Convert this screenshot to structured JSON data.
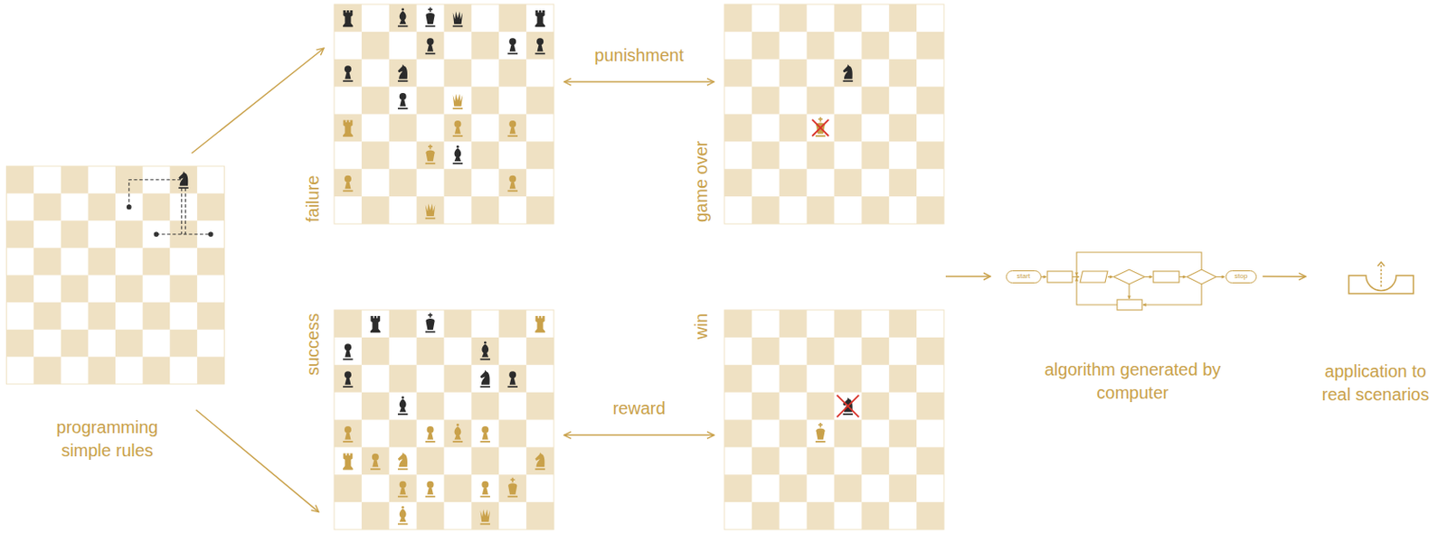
{
  "diagram": {
    "nodes": [
      {
        "text": [
          "programming simple rules"
        ]
      },
      {
        "text": [
          "failure"
        ]
      },
      {
        "text": [
          "game over"
        ]
      },
      {
        "text": [
          "success"
        ]
      },
      {
        "text": [
          "win"
        ]
      },
      {
        "text": [
          "algorithm generated by computer"
        ]
      },
      {
        "text": [
          "start"
        ],
        "in": 5
      },
      {
        "text": [
          "stop"
        ],
        "in": 5
      },
      {
        "text": [
          "application to real scenarios"
        ]
      }
    ],
    "edges": [
      {
        "from": 0,
        "to": 1,
        "arrow": "to"
      },
      {
        "from": 0,
        "to": 3,
        "arrow": "to"
      },
      {
        "from": 1,
        "to": 2,
        "label": "punishment",
        "arrow": "both"
      },
      {
        "from": 3,
        "to": 4,
        "label": "reward",
        "arrow": "both"
      },
      {
        "from": 5,
        "to": 8,
        "arrow": "to"
      }
    ]
  }
}
